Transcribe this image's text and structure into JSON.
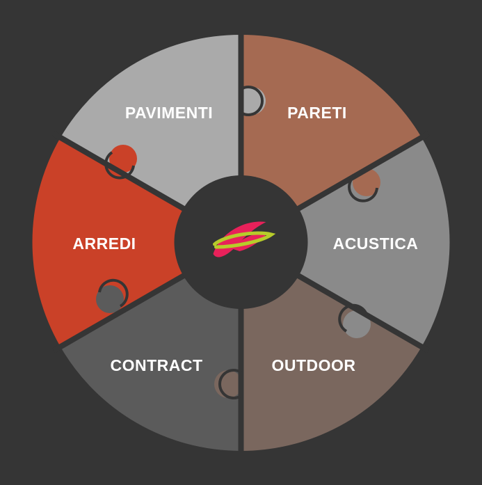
{
  "colors": {
    "background": "#353535",
    "pareti": "#a56a52",
    "acustica": "#8a8a8a",
    "outdoor": "#7a675e",
    "contract": "#5b5b5b",
    "arredi": "#ca4128",
    "pavimenti": "#aaaaaa",
    "center": "#353535",
    "logo_pink": "#e8215a",
    "logo_lime": "#b7cc2a"
  },
  "segments": [
    {
      "id": "pareti",
      "label": "PARETI"
    },
    {
      "id": "acustica",
      "label": "ACUSTICA"
    },
    {
      "id": "outdoor",
      "label": "OUTDOOR"
    },
    {
      "id": "contract",
      "label": "CONTRACT"
    },
    {
      "id": "arredi",
      "label": "ARREDI"
    },
    {
      "id": "pavimenti",
      "label": "PAVIMENTI"
    }
  ],
  "center_logo": {
    "icon": "brand-logo-icon"
  }
}
